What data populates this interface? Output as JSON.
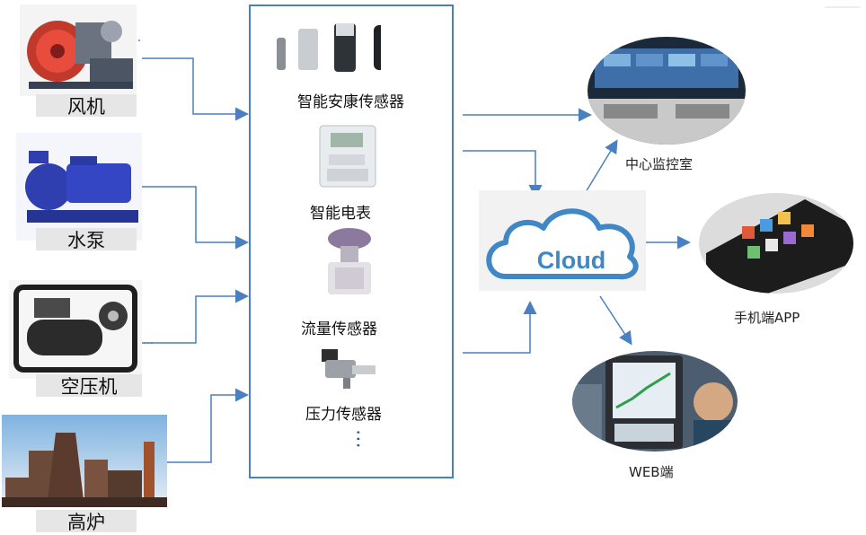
{
  "equipment": [
    {
      "label": "风机",
      "icon": "fan-blower-icon"
    },
    {
      "label": "水泵",
      "icon": "water-pump-icon"
    },
    {
      "label": "空压机",
      "icon": "air-compressor-icon"
    },
    {
      "label": "高炉",
      "icon": "blast-furnace-icon"
    }
  ],
  "sensors": [
    {
      "label": "智能安康传感器",
      "icon": "smart-health-sensor-icon"
    },
    {
      "label": "智能电表",
      "icon": "smart-meter-icon"
    },
    {
      "label": "流量传感器",
      "icon": "flow-sensor-icon"
    },
    {
      "label": "压力传感器",
      "icon": "pressure-sensor-icon"
    }
  ],
  "cloud": {
    "label": "Cloud"
  },
  "outputs": [
    {
      "label": "中心监控室",
      "icon": "control-room-icon"
    },
    {
      "label": "手机端APP",
      "icon": "mobile-app-icon"
    },
    {
      "label": "WEB端",
      "icon": "web-terminal-icon"
    }
  ],
  "colors": {
    "arrow": "#4a7fc0",
    "cloud": "#3f87c5",
    "label_bg": "#e6e6e6"
  }
}
